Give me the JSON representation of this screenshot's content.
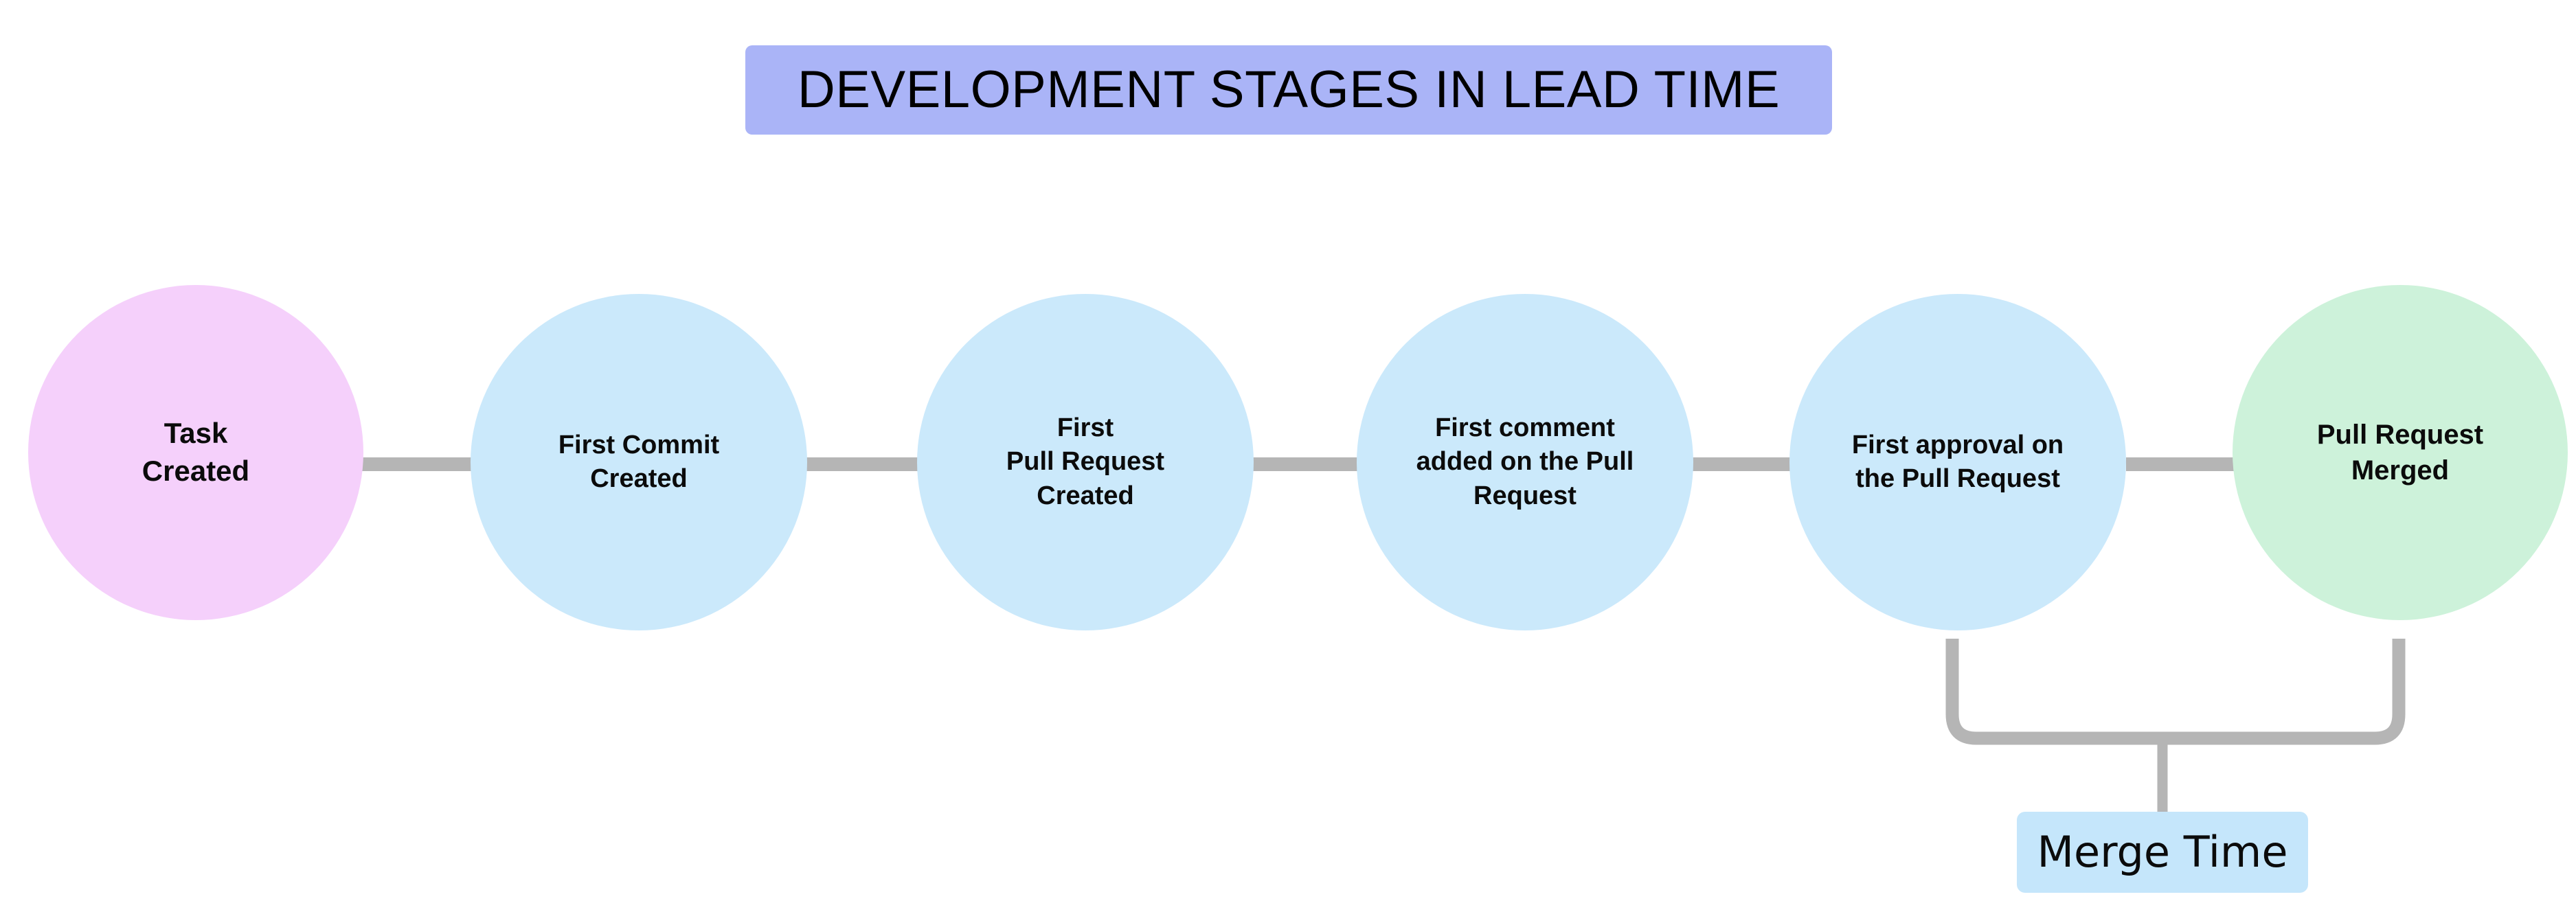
{
  "title": {
    "text": "DEVELOPMENT STAGES IN LEAD TIME",
    "background_color": "#aab4f7",
    "text_color": "#000000"
  },
  "colors": {
    "start_node": "#f5d0fb",
    "process_node": "#cbe9fb",
    "end_node": "#cdf2da",
    "connector": "#b5b5b5",
    "callout_background": "#c5e6fb",
    "page_background": "#ffffff"
  },
  "stages": [
    {
      "id": "task-created",
      "label": "Task\nCreated",
      "color": "#f5d0fb",
      "type": "start",
      "order": 1
    },
    {
      "id": "first-commit-created",
      "label": "First Commit\nCreated",
      "color": "#cbe9fb",
      "type": "process",
      "order": 2
    },
    {
      "id": "first-pull-request-created",
      "label": "First\nPull Request\nCreated",
      "color": "#cbe9fb",
      "type": "process",
      "order": 3
    },
    {
      "id": "first-comment-on-pull-request",
      "label": "First comment\nadded on the Pull\nRequest",
      "color": "#cbe9fb",
      "type": "process",
      "order": 4
    },
    {
      "id": "first-approval-on-pull-request",
      "label": "First approval on\nthe Pull Request",
      "color": "#cbe9fb",
      "type": "process",
      "order": 5
    },
    {
      "id": "pull-request-merged",
      "label": "Pull Request\nMerged",
      "color": "#cdf2da",
      "type": "end",
      "order": 6
    }
  ],
  "annotations": [
    {
      "id": "merge-time",
      "label": "Merge Time",
      "spans_from": "first-approval-on-pull-request",
      "spans_to": "pull-request-merged"
    }
  ],
  "chart_data": {
    "type": "diagram",
    "title": "DEVELOPMENT STAGES IN LEAD TIME",
    "flow": [
      "Task Created",
      "First Commit Created",
      "First Pull Request Created",
      "First comment added on the Pull Request",
      "First approval on the Pull Request",
      "Pull Request Merged"
    ],
    "measured_intervals": [
      {
        "name": "Merge Time",
        "start": "First approval on the Pull Request",
        "end": "Pull Request Merged"
      }
    ]
  }
}
